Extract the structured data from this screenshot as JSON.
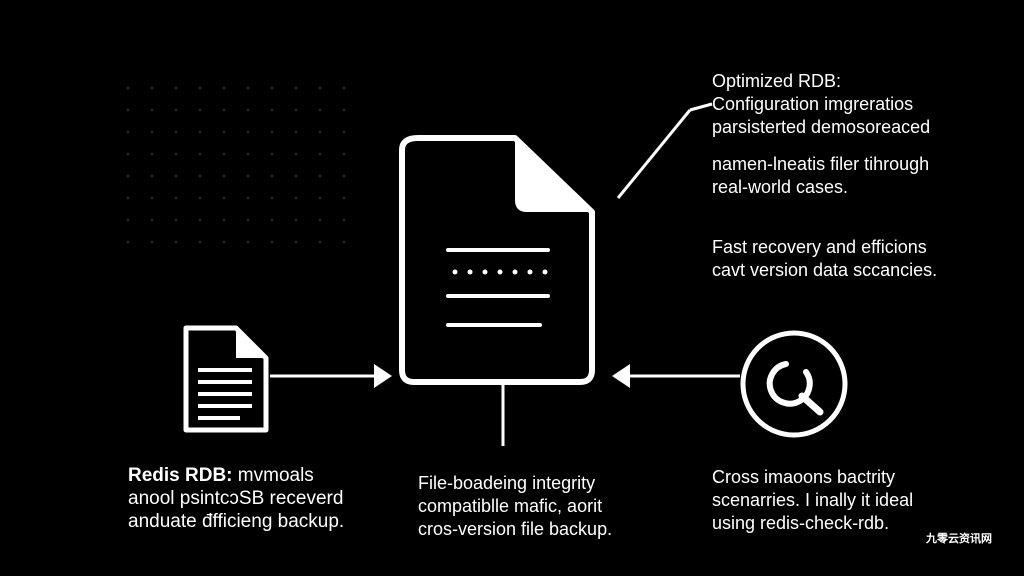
{
  "colors": {
    "background": "#000000",
    "foreground": "#ffffff",
    "dots": "#2a2a2a"
  },
  "icons": {
    "central": "document-icon",
    "left": "document-icon",
    "right": "search-icon"
  },
  "top_right": {
    "title": "Optimized RDB:",
    "lines": [
      "Configuration imgreratios",
      "parsisterted demosoreaced",
      "namen-lneatis filer tihrough",
      "real-world cases."
    ]
  },
  "mid_right": {
    "lines": [
      "Fast recovery and efficions",
      "cavt version data sccancies."
    ]
  },
  "left_caption": {
    "bold": "Redis RDB:",
    "rest": " mvmoals",
    "lines": [
      "anool psintcɔSB receverd",
      "anduate đfficieng backup."
    ]
  },
  "center_caption": {
    "lines": [
      "File-boadeing integrity",
      "compatiblle mafic, aorit",
      "cros-version file backup."
    ]
  },
  "right_caption": {
    "lines": [
      "Cross imaoons bactrity",
      "scenarries. I inally it ideal",
      "using redis-check-rdb."
    ]
  },
  "watermark": "九零云资讯网"
}
